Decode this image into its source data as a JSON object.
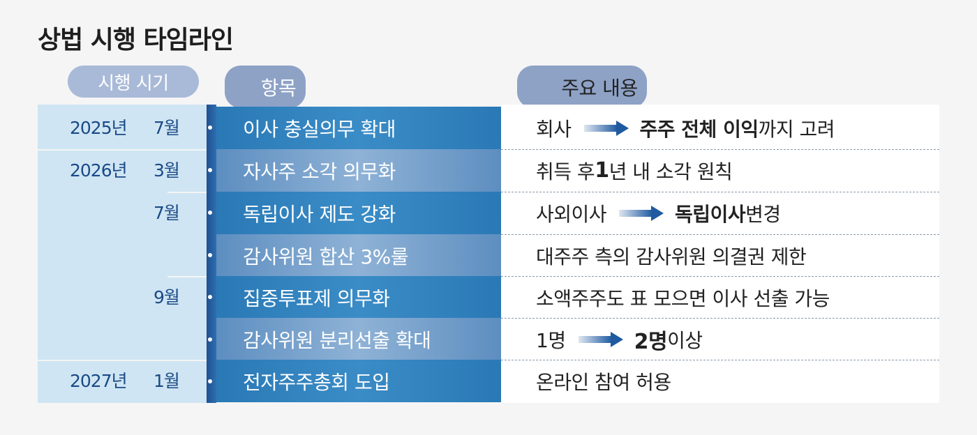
{
  "title": "상법 시행 타임라인",
  "headers": {
    "when": "시행 시기",
    "item": "항목",
    "detail": "주요 내용"
  },
  "rows": [
    {
      "year": "2025년",
      "month": "7월",
      "item": "이사 충실의무 확대",
      "style": "dark",
      "detail": {
        "pre": "회사",
        "arrow": true,
        "bold": "주주 전체 이익",
        "post": "까지 고려"
      }
    },
    {
      "year": "2026년",
      "month": "3월",
      "item": "자사주 소각 의무화",
      "style": "light",
      "detail": {
        "pre": "취득 후 ",
        "bold": "1",
        "post": "년 내 소각 원칙"
      }
    },
    {
      "year": "",
      "month": "7월",
      "item": "독립이사 제도 강화",
      "style": "dark",
      "detail": {
        "pre": "사외이사",
        "arrow": true,
        "bold": "독립이사",
        "post": " 변경"
      }
    },
    {
      "year": "",
      "month": "",
      "item": "감사위원 합산 3%룰",
      "style": "light",
      "detail": {
        "pre": "대주주 측의 감사위원 의결권 제한",
        "bold": "",
        "post": ""
      }
    },
    {
      "year": "",
      "month": "9월",
      "item": "집중투표제 의무화",
      "style": "dark",
      "detail": {
        "pre": "소액주주도 표 모으면 이사 선출 가능",
        "bold": "",
        "post": ""
      }
    },
    {
      "year": "",
      "month": "",
      "item": "감사위원 분리선출 확대",
      "style": "light",
      "detail": {
        "pre": "1명",
        "arrow": true,
        "bold": "2명",
        "post": " 이상"
      }
    },
    {
      "year": "2027년",
      "month": "1월",
      "item": "전자주주총회 도입",
      "style": "dark",
      "detail": {
        "pre": "온라인 참여 허용",
        "bold": "",
        "post": ""
      }
    }
  ],
  "colors": {
    "year_text": "#1b4a86",
    "item_dark": "#2a79b6",
    "item_light": "#8fb2d6",
    "when_bg": "#cfe5f3",
    "arrow": "#1f5aa0"
  }
}
